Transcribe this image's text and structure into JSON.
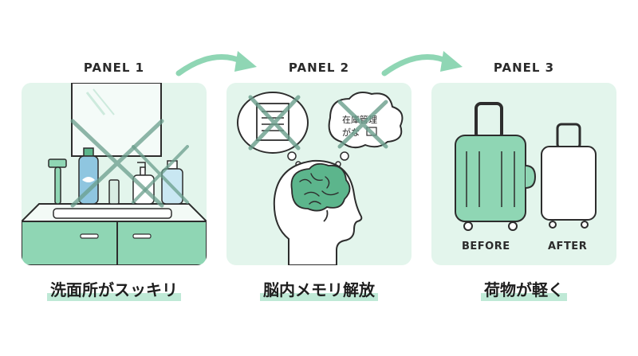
{
  "colors": {
    "mint_light": "#e3f5ec",
    "mint": "#8fd6b4",
    "mint_dark": "#5cb58c",
    "line": "#2d2d2d",
    "cross": "#6a9e8c"
  },
  "panels": [
    {
      "label": "PANEL 1",
      "caption": "洗面所がスッキリ"
    },
    {
      "label": "PANEL 2",
      "caption": "脳内メモリ解放",
      "bubble_text_line1": "在庫管理",
      "bubble_text_line2": "がな"
    },
    {
      "label": "PANEL 3",
      "caption": "荷物が軽く",
      "before_label": "BEFORE",
      "after_label": "AFTER"
    }
  ],
  "icons": {
    "arrow": "curved-arrow-right",
    "cross": "cross-out-mark",
    "brain": "brain-icon",
    "suitcase": "suitcase-icon"
  }
}
